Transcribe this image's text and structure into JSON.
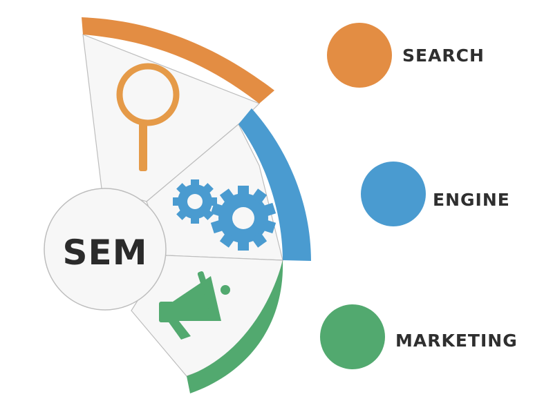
{
  "center_label": "SEM",
  "items": [
    {
      "label": "SEARCH",
      "color": "#e38d43",
      "icon": "magnifier-icon"
    },
    {
      "label": "ENGINE",
      "color": "#4a9bd0",
      "icon": "gears-icon"
    },
    {
      "label": "MARKETING",
      "color": "#52a96f",
      "icon": "megaphone-icon"
    }
  ]
}
